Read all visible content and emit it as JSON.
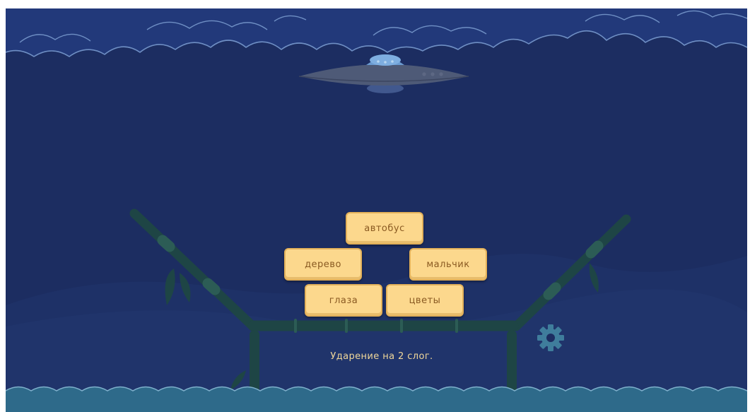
{
  "game": {
    "words": [
      {
        "id": "avtobus",
        "label": "автобус"
      },
      {
        "id": "derevo",
        "label": "дерево"
      },
      {
        "id": "malchik",
        "label": "мальчик"
      },
      {
        "id": "glaza",
        "label": "глаза"
      },
      {
        "id": "tsvety",
        "label": "цветы"
      }
    ],
    "hint": "Ударение на 2 слог."
  },
  "icons": {
    "settings": "gear-icon",
    "ufo": "ufo-icon"
  },
  "colors": {
    "sky": "#1c2d61",
    "cloud": "#22397a",
    "cloud_outline": "#6f8fc4",
    "water": "#2e6a8a",
    "wave_outline": "#7fb0cc",
    "bamboo": "#1e4545",
    "block_fill": "#fcd88d",
    "block_border": "#e3b15a",
    "block_text": "#8a5a22",
    "hint_text": "#f0d79a",
    "gear": "#3f7d9c"
  }
}
